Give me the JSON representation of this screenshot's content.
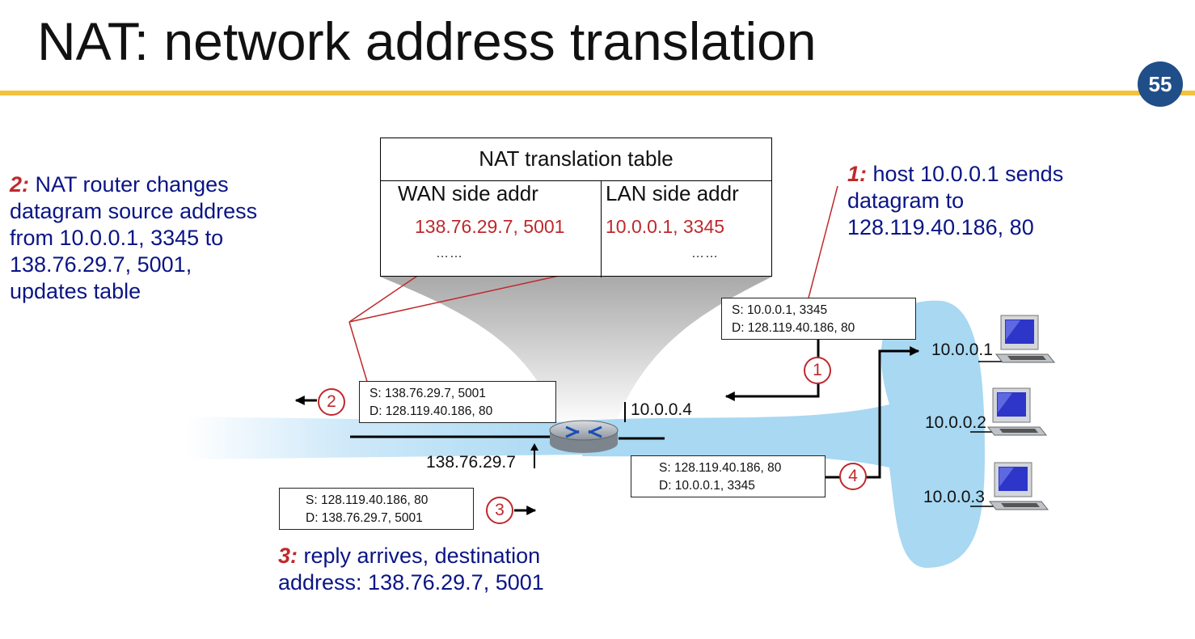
{
  "title": "NAT: network address translation",
  "page_number": "55",
  "nat_table": {
    "title": "NAT translation table",
    "col_wan": "WAN side addr",
    "col_lan": "LAN side addr",
    "wan_value": "138.76.29.7, 5001",
    "lan_value": "10.0.0.1, 3345",
    "wan_more": "……",
    "lan_more": "……"
  },
  "notes": {
    "step1": {
      "num": "1:",
      "lines": [
        "host 10.0.0.1 sends",
        "datagram to",
        "128.119.40.186, 80"
      ]
    },
    "step2": {
      "num": "2:",
      "lines": [
        "NAT router changes",
        "datagram source address",
        "from 10.0.0.1, 3345 to",
        "138.76.29.7, 5001,",
        "updates table"
      ]
    },
    "step3": {
      "num": "3:",
      "lines": [
        "reply arrives, destination",
        "address: 138.76.29.7, 5001"
      ]
    }
  },
  "packets": {
    "p1": {
      "src": "S: 10.0.0.1, 3345",
      "dst": "D: 128.119.40.186, 80"
    },
    "p2": {
      "src": "S: 138.76.29.7, 5001",
      "dst": "D: 128.119.40.186, 80"
    },
    "p3": {
      "src": "S: 128.119.40.186, 80",
      "dst": "D: 138.76.29.7, 5001"
    },
    "p4": {
      "src": "S: 128.119.40.186, 80",
      "dst": "D: 10.0.0.1, 3345"
    }
  },
  "step_markers": [
    "1",
    "2",
    "3",
    "4"
  ],
  "addresses": {
    "router_lan": "10.0.0.4",
    "router_wan": "138.76.29.7",
    "host1": "10.0.0.1",
    "host2": "10.0.0.2",
    "host3": "10.0.0.3"
  },
  "colors": {
    "accent_bar": "#f3c13a",
    "badge": "#1f4e89",
    "note_text": "#0a1585",
    "step_red": "#c0282c",
    "network_blue": "#a8d8f2"
  }
}
